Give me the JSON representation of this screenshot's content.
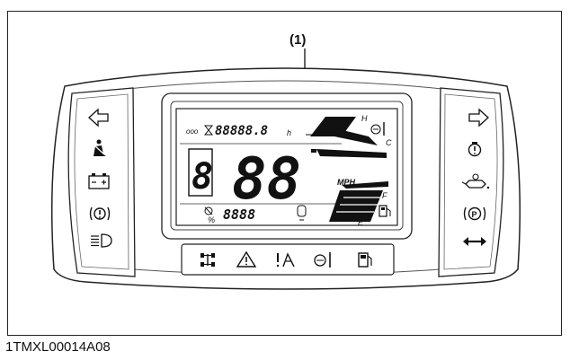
{
  "callout": "(1)",
  "figure_code": "1TMXL00014A08",
  "display": {
    "hour_meter": "88888.8",
    "hour_unit": "h",
    "speed": "88",
    "speed_unit": "MPH",
    "gear": "8",
    "bottom_digits": "8888",
    "temp_high": "H",
    "temp_cold": "C",
    "fuel_full": "F",
    "fuel_empty": "E",
    "pto_percent": "%"
  },
  "left_indicators": [
    "turn-left-icon",
    "seatbelt-icon",
    "battery-icon",
    "brake-warning-icon",
    "headlight-icon"
  ],
  "right_indicators": [
    "turn-right-icon",
    "engine-oil-icon",
    "oil-pressure-icon",
    "parking-brake-icon",
    "hazard-icon"
  ],
  "bottom_indicators": [
    "4wd-icon",
    "warning-triangle-icon",
    "slip-warning-icon",
    "coolant-temp-icon",
    "fuel-icon"
  ]
}
